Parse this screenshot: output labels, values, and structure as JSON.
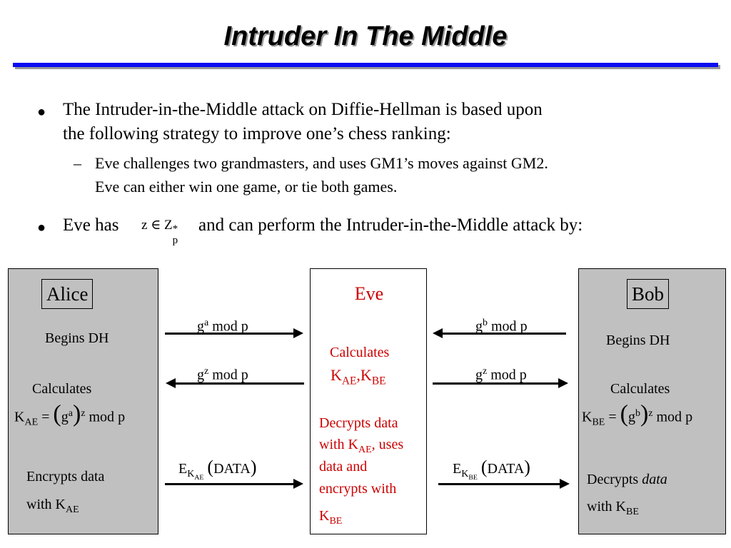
{
  "title": "Intruder In The Middle",
  "bullets": [
    "The Intruder-in-the-Middle attack on Diffie-Hellman is based upon",
    "the following strategy to improve one’s chess ranking:"
  ],
  "sub_bullet": {
    "dash": "–",
    "line1": "Eve challenges two grandmasters, and uses GM1’s moves against GM2.",
    "line2": "Eve can either win one game, or tie both games."
  },
  "bullet2": {
    "prefix": "Eve has",
    "suffix": "and can perform the Intruder-in-the-Middle attack by:",
    "math_z": "z",
    "math_in": "∈",
    "math_Z": "Z",
    "math_sub": "p",
    "math_sup": "*"
  },
  "alice": {
    "name": "Alice",
    "begins": "Begins DH",
    "calculates": "Calculates",
    "key_K": "K",
    "key_sub": "AE",
    "eq": "=",
    "g": "g",
    "a": "a",
    "z": "z",
    "mod": "mod",
    "p": "p",
    "enc1": "Encrypts data",
    "enc2_pre": "with K",
    "enc2_sub": "AE"
  },
  "eve": {
    "name": "Eve",
    "calculates": "Calculates",
    "k1": "K",
    "k1_sub": "AE",
    "comma": ",",
    "k2": "K",
    "k2_sub": "BE",
    "dec1": "Decrypts data",
    "dec2_pre": "with K",
    "dec2_sub": "AE",
    "dec2_post": ", uses",
    "dec3": "data and",
    "dec4": "encrypts with",
    "dec5_pre": "K",
    "dec5_sub": "BE"
  },
  "bob": {
    "name": "Bob",
    "begins": "Begins DH",
    "calculates": "Calculates",
    "key_K": "K",
    "key_sub": "BE",
    "eq": "=",
    "g": "g",
    "b": "b",
    "z": "z",
    "mod": "mod",
    "p": "p",
    "dec1_pre": "Decrypts ",
    "dec1_em": "data",
    "dec2_pre": "with K",
    "dec2_sub": "BE"
  },
  "messages": {
    "left1": {
      "g": "g",
      "exp": "a",
      "mod": "mod",
      "p": "p"
    },
    "left2": {
      "g": "g",
      "exp": "z",
      "mod": "mod",
      "p": "p"
    },
    "left3": {
      "E": "E",
      "K": "K",
      "sub": "AE",
      "data": "DATA"
    },
    "right1": {
      "g": "g",
      "exp": "b",
      "mod": "mod",
      "p": "p"
    },
    "right2": {
      "g": "g",
      "exp": "z",
      "mod": "mod",
      "p": "p"
    },
    "right3": {
      "E": "E",
      "K": "K",
      "sub": "BE",
      "data": "DATA"
    }
  },
  "colors": {
    "accent_rule": "#0c0cf2",
    "panel_gray": "#c0c0c0",
    "eve_red": "#cc0000"
  }
}
